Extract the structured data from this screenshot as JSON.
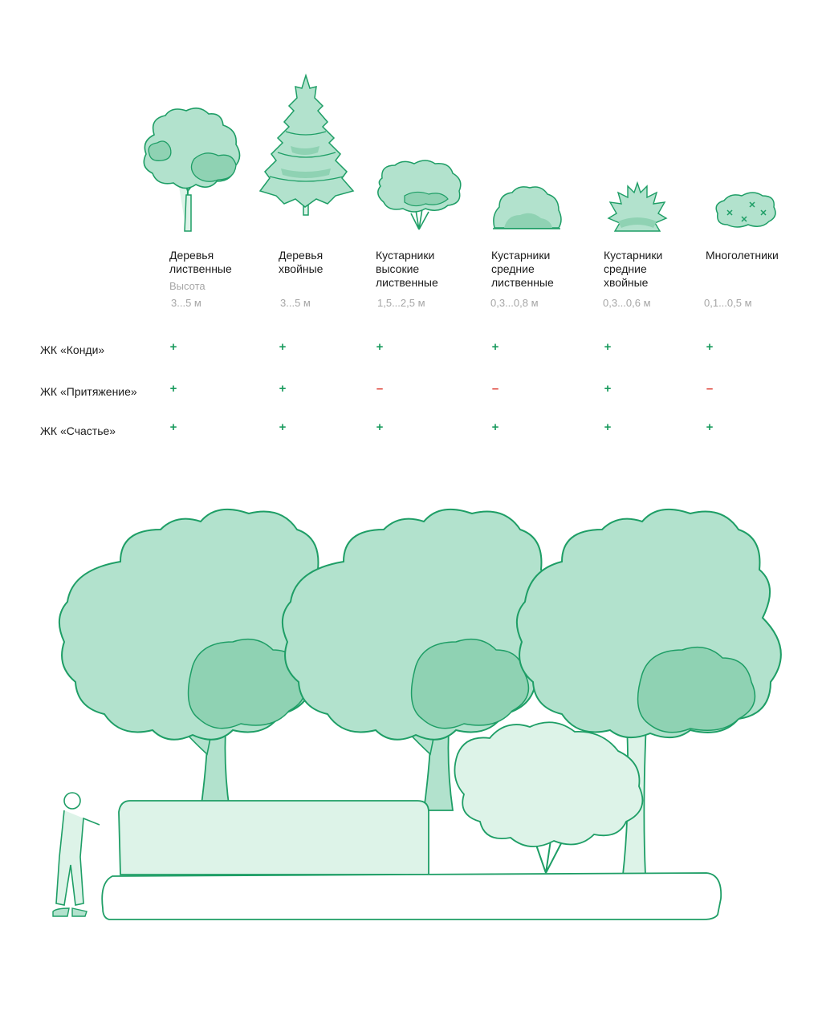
{
  "columns": [
    {
      "label": "Деревья\nлиственные",
      "sublabel": "Высота",
      "height": "3...5 м",
      "icon": "deciduous-tree-icon"
    },
    {
      "label": "Деревья\nхвойные",
      "sublabel": "",
      "height": "3...5 м",
      "icon": "conifer-tree-icon"
    },
    {
      "label": "Кустарники\nвысокие\nлиственные",
      "sublabel": "",
      "height": "1,5...2,5 м",
      "icon": "tall-shrub-icon"
    },
    {
      "label": "Кустарники\nсредние\nлиственные",
      "sublabel": "",
      "height": "0,3...0,8 м",
      "icon": "medium-deciduous-shrub-icon"
    },
    {
      "label": "Кустарники\nсредние\nхвойные",
      "sublabel": "",
      "height": "0,3...0,6 м",
      "icon": "medium-conifer-shrub-icon"
    },
    {
      "label": "Многолетники",
      "sublabel": "",
      "height": "0,1...0,5 м",
      "icon": "perennials-icon"
    }
  ],
  "rows": [
    {
      "name": "ЖК «Конди»",
      "marks": [
        "+",
        "+",
        "+",
        "+",
        "+",
        "+"
      ]
    },
    {
      "name": "ЖК «Притяжение»",
      "marks": [
        "+",
        "+",
        "–",
        "–",
        "+",
        "–"
      ]
    },
    {
      "name": "ЖК «Счастье»",
      "marks": [
        "+",
        "+",
        "+",
        "+",
        "+",
        "+"
      ]
    }
  ],
  "colors": {
    "foliage": "#b2e2cd",
    "foliage_dark": "#8fd2b3",
    "foliage_light": "#ddf3e8",
    "outline": "#1e9e66",
    "plus": "#1a9b5e",
    "minus": "#e0483f",
    "muted_text": "#a6a6a6"
  }
}
